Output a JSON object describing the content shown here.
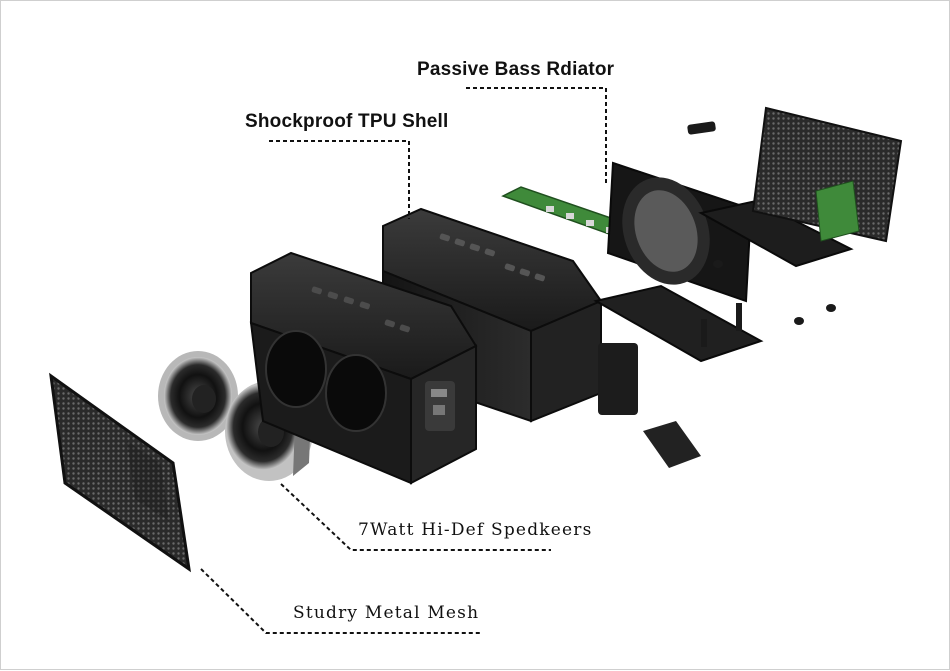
{
  "callouts": {
    "radiator": "Passive Bass Rdiator",
    "shell": "Shockproof TPU Shell",
    "speakers": "7Watt Hi-Def Spedkeers",
    "mesh": "Studry Metal Mesh"
  },
  "colors": {
    "rubber": "#1c1c1c",
    "rubber_light": "#3a3a3a",
    "pcb_green": "#3f8a3a",
    "metal": "#9a9a9a",
    "leader_line": "#111111"
  }
}
